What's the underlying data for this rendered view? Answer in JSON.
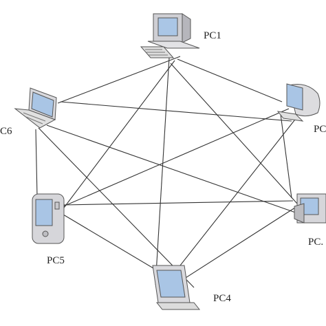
{
  "nodes": [
    {
      "id": "pc1",
      "label": "PC1",
      "icon": "desktop-computer-icon"
    },
    {
      "id": "pc2",
      "label": "PC",
      "icon": "crt-monitor-icon"
    },
    {
      "id": "pc3",
      "label": "PC.",
      "icon": "crt-computer-icon"
    },
    {
      "id": "pc4",
      "label": "PC4",
      "icon": "flat-monitor-icon"
    },
    {
      "id": "pc5",
      "label": "PC5",
      "icon": "pda-icon"
    },
    {
      "id": "pc6",
      "label": "C6",
      "icon": "laptop-icon"
    }
  ],
  "topology": "full-mesh"
}
